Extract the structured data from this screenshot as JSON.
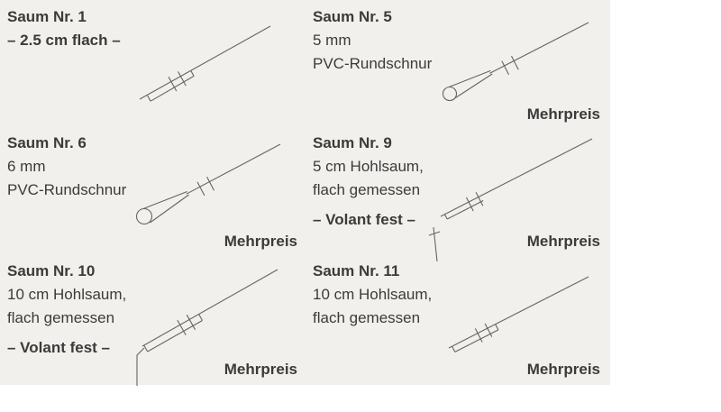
{
  "page": {
    "background": "#ffffff",
    "panel_background": "#f2f0ed",
    "text_color": "#3b3b3b",
    "line_color": "#646464"
  },
  "cells": [
    {
      "title": "Saum Nr. 1",
      "line1": "– 2.5 cm flach –",
      "diagram": "flat-hem-diagram"
    },
    {
      "title": "Saum Nr. 5",
      "line1": "5 mm",
      "line2": "PVC-Rundschnur",
      "surcharge": "Mehrpreis",
      "diagram": "pvc-cord-hem-diagram"
    },
    {
      "title": "Saum Nr. 6",
      "line1": "6 mm",
      "line2": "PVC-Rundschnur",
      "surcharge": "Mehrpreis",
      "diagram": "pvc-cord-hem-diagram"
    },
    {
      "title": "Saum Nr. 9",
      "line1": "5 cm Hohlsaum,",
      "line2": "flach gemessen",
      "line3": "– Volant fest –",
      "surcharge": "Mehrpreis",
      "diagram": "hollow-hem-diagram"
    },
    {
      "title": "Saum Nr. 10",
      "line1": "10 cm Hohlsaum,",
      "line2": "flach gemessen",
      "line3": "– Volant fest –",
      "surcharge": "Mehrpreis",
      "diagram": "hollow-hem-diagram"
    },
    {
      "title": "Saum Nr. 11",
      "line1": "10 cm Hohlsaum,",
      "line2": "flach gemessen",
      "surcharge": "Mehrpreis",
      "diagram": "hollow-hem-diagram"
    }
  ]
}
